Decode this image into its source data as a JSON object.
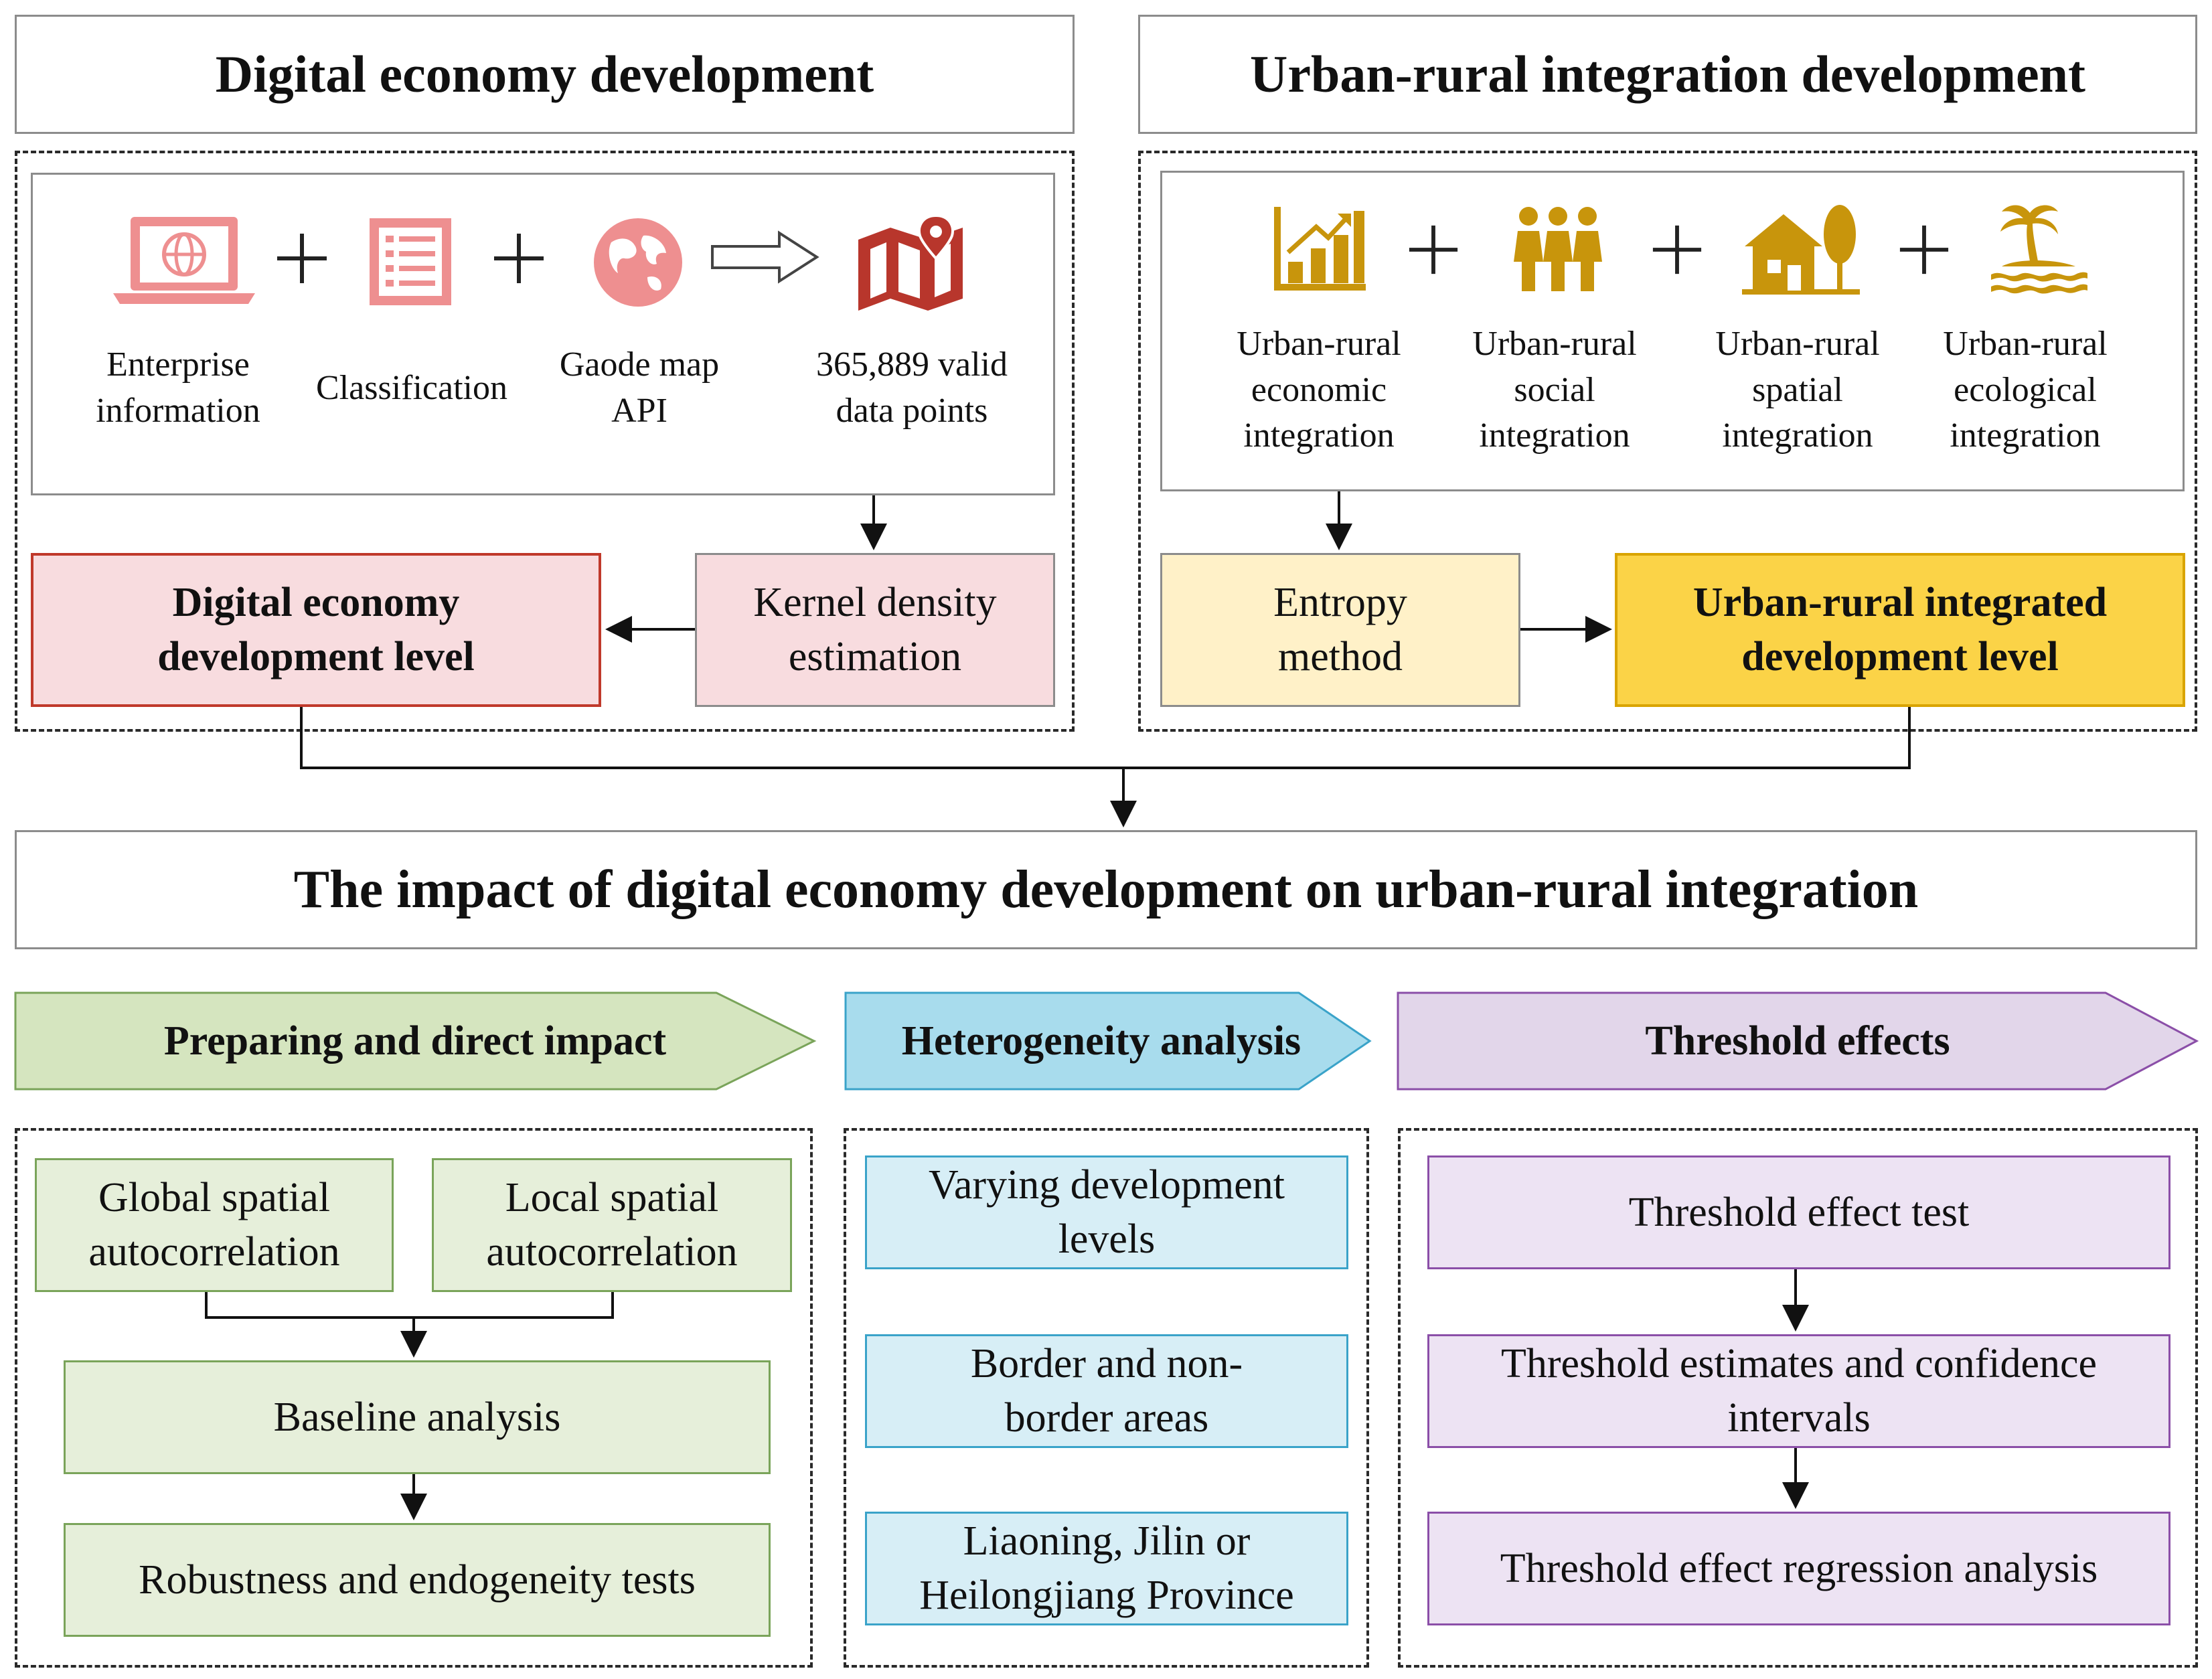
{
  "digital": {
    "title": "Digital economy development",
    "items": [
      {
        "label": "Enterprise\ninformation",
        "icon": "laptop-globe-icon"
      },
      {
        "label": "Classification",
        "icon": "list-document-icon"
      },
      {
        "label": "Gaode map\nAPI",
        "icon": "globe-map-icon"
      },
      {
        "label": "365,889 valid\ndata points",
        "icon": "map-pin-icon"
      }
    ],
    "kde": "Kernel density\nestimation",
    "level": "Digital economy\ndevelopment level"
  },
  "urban": {
    "title": "Urban-rural integration development",
    "items": [
      {
        "label": "Urban-rural\neconomic\nintegration",
        "icon": "bar-chart-growth-icon"
      },
      {
        "label": "Urban-rural\nsocial\nintegration",
        "icon": "people-group-icon"
      },
      {
        "label": "Urban-rural\nspatial\nintegration",
        "icon": "house-tree-icon"
      },
      {
        "label": "Urban-rural\necological\nintegration",
        "icon": "island-palm-icon"
      }
    ],
    "entropy": "Entropy\nmethod",
    "level": "Urban-rural integrated\ndevelopment level"
  },
  "impact_title": "The impact of digital economy development on urban-rural integration",
  "phases": [
    {
      "title": "Preparing and direct impact"
    },
    {
      "title": "Heterogeneity analysis"
    },
    {
      "title": "Threshold effects"
    }
  ],
  "prep": {
    "global": "Global spatial\nautocorrelation",
    "local": "Local spatial\nautocorrelation",
    "baseline": "Baseline analysis",
    "robust": "Robustness and endogeneity tests"
  },
  "hetero": [
    "Varying development\nlevels",
    "Border and non-\nborder areas",
    "Liaoning, Jilin or\nHeilongjiang Province"
  ],
  "threshold": [
    "Threshold effect test",
    "Threshold estimates and confidence\nintervals",
    "Threshold effect regression analysis"
  ],
  "colors": {
    "pink_fill": "#f8dcdf",
    "pink_border": "#c0392b",
    "icon_pink": "#ee8f90",
    "icon_red": "#b8362c",
    "gold": "#c8950c",
    "gold_fill": "#fbd347",
    "cream_fill": "#fff1c8",
    "green_fill": "#e6efda",
    "green_border": "#7aa45a",
    "green_arrow": "#d5e5bf",
    "blue_fill": "#d7eef6",
    "blue_border": "#3aa3c9",
    "blue_arrow": "#a8dced",
    "purple_fill": "#ede3f3",
    "purple_border": "#8b4fa8",
    "purple_arrow": "#e2d6ea"
  }
}
